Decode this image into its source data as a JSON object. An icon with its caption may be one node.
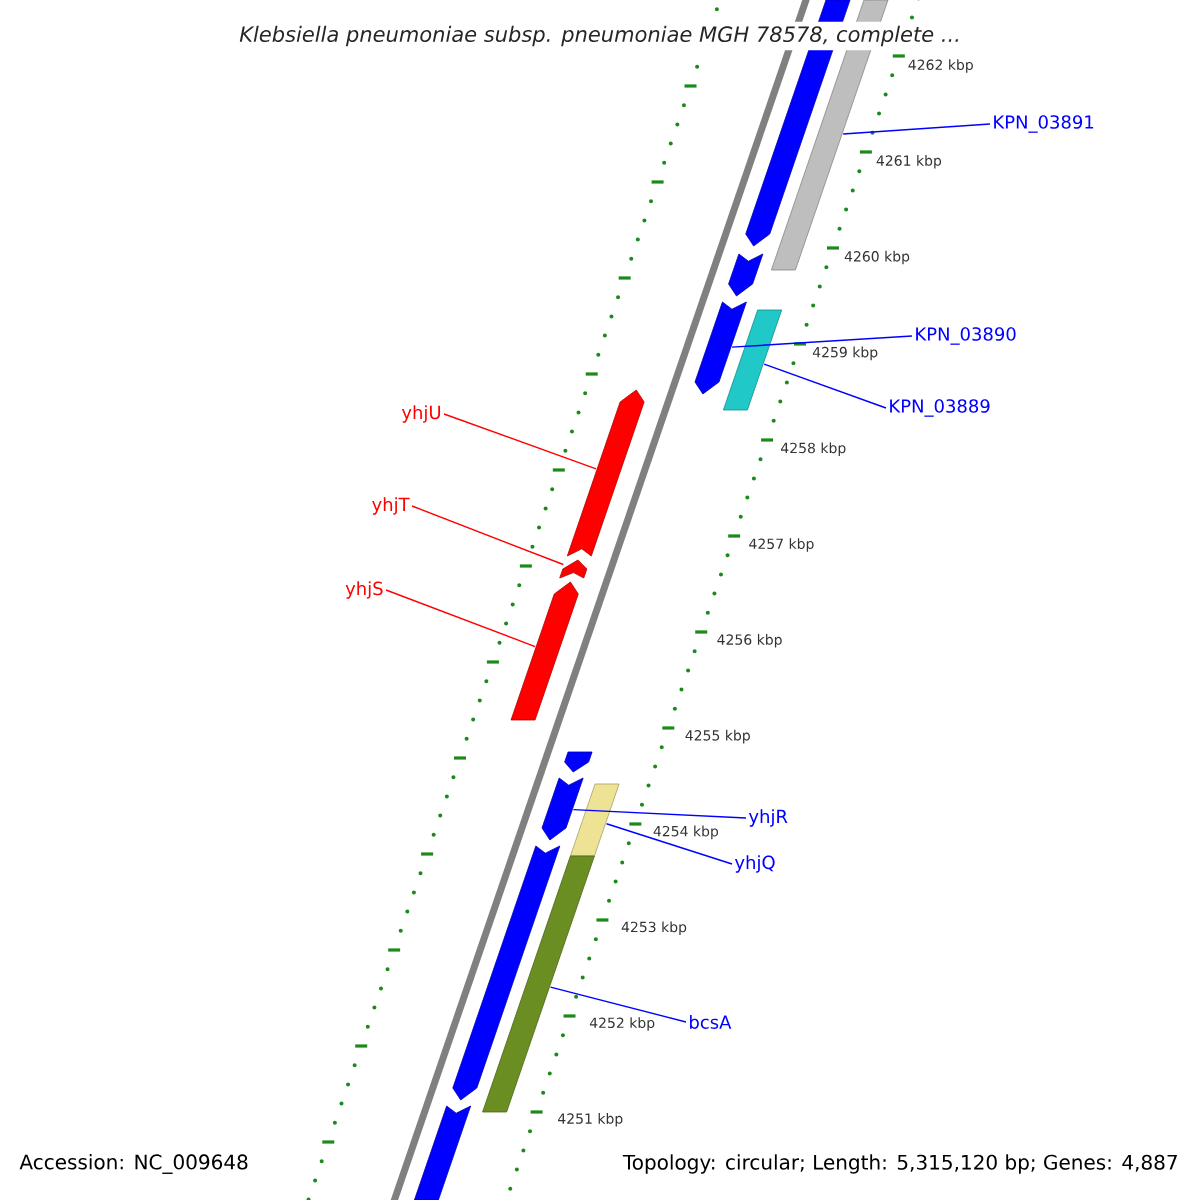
{
  "diagram": {
    "title": "Klebsiella pneumoniae subsp. pneumoniae MGH 78578, complete ...",
    "nodes": [
      {
        "text": [],
        "shape": "bar"
      },
      {
        "text": [],
        "shape": "bar"
      },
      {
        "text": [],
        "shape": "bar"
      },
      {
        "text": [],
        "shape": "bar"
      },
      {
        "text": [],
        "shape": "bar"
      },
      {
        "text": [],
        "shape": "bar"
      },
      {
        "text": [],
        "shape": "bar"
      },
      {
        "text": [],
        "shape": "bar"
      },
      {
        "text": [],
        "shape": "bar"
      },
      {
        "text": [],
        "shape": "bar"
      },
      {
        "text": [],
        "shape": "bar"
      },
      {
        "text": [],
        "shape": "bar"
      },
      {
        "text": [],
        "shape": "bar"
      },
      {
        "text": [],
        "shape": "bar"
      },
      {
        "text": [
          "KPN_03891"
        ]
      },
      {
        "text": [
          "KPN_03890"
        ]
      },
      {
        "text": [
          "KPN_03889"
        ]
      },
      {
        "text": [
          "yhjU"
        ]
      },
      {
        "text": [
          "yhjT"
        ]
      },
      {
        "text": [
          "yhjS"
        ]
      },
      {
        "text": [
          "yhjR"
        ]
      },
      {
        "text": [
          "yhjQ"
        ]
      },
      {
        "text": [
          "bcsA"
        ]
      }
    ],
    "edges": [
      {
        "from": 14,
        "to": 0,
        "arrow": "none"
      },
      {
        "from": 15,
        "to": 3,
        "arrow": "none"
      },
      {
        "from": 16,
        "to": 4,
        "arrow": "none"
      },
      {
        "from": 17,
        "to": 5,
        "arrow": "none",
        "color": "#ff0000"
      },
      {
        "from": 18,
        "to": 6,
        "arrow": "none",
        "color": "#ff0000"
      },
      {
        "from": 19,
        "to": 7,
        "arrow": "none",
        "color": "#ff0000"
      },
      {
        "from": 20,
        "to": 9,
        "arrow": "none"
      },
      {
        "from": 21,
        "to": 10,
        "arrow": "none"
      },
      {
        "from": 22,
        "to": 12,
        "arrow": "none"
      }
    ],
    "labels": [
      "4262 kbp",
      "4261 kbp",
      "4260 kbp",
      "4259 kbp",
      "4258 kbp",
      "4257 kbp",
      "4256 kbp",
      "4255 kbp",
      "4254 kbp",
      "4253 kbp",
      "4252 kbp",
      "4251 kbp",
      "Accession: NC_009648",
      "Topology: circular; Length: 5,315,120 bp; Genes: 4,887"
    ]
  }
}
